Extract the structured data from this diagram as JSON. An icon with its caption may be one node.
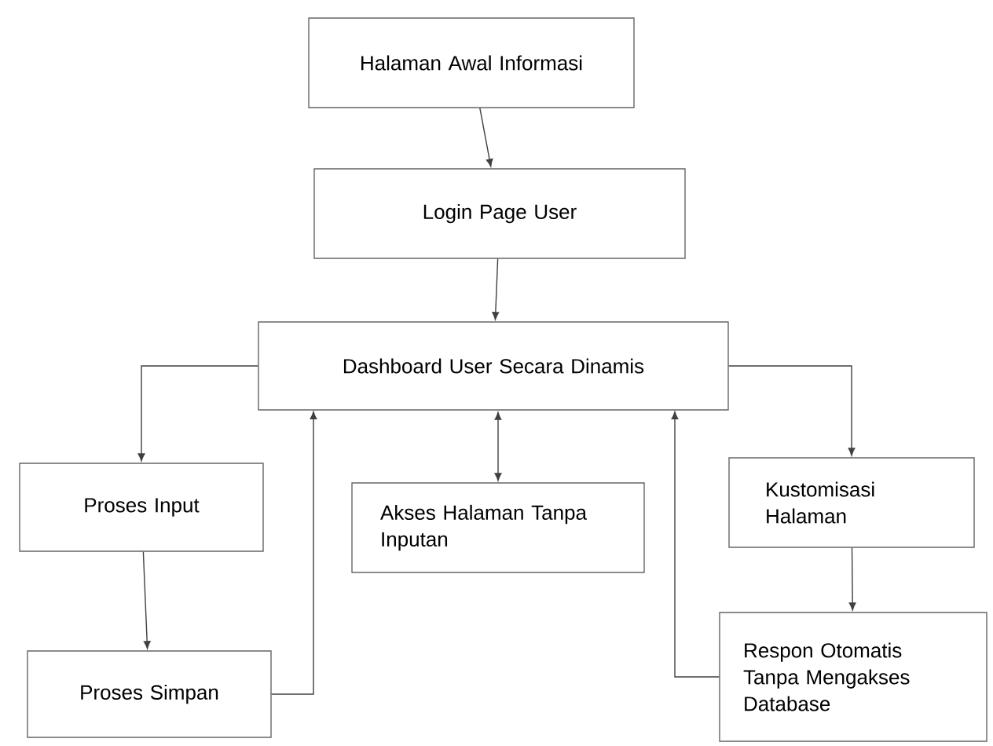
{
  "diagram": {
    "nodes": [
      {
        "text": [
          "Halaman Awal Informasi"
        ]
      },
      {
        "text": [
          "Login Page User"
        ]
      },
      {
        "text": [
          "Dashboard User Secara Dinamis"
        ]
      },
      {
        "text": [
          "Proses Input"
        ]
      },
      {
        "text": [
          "Akses Halaman Tanpa Inputan"
        ]
      },
      {
        "text": [
          "Kustomisasi Halaman"
        ]
      },
      {
        "text": [
          "Proses Simpan"
        ]
      },
      {
        "text": [
          "Respon Otomatis Tanpa Mengakses Database"
        ]
      }
    ],
    "edges": [
      {
        "from": 0,
        "to": 1,
        "arrow": "to"
      },
      {
        "from": 1,
        "to": 2,
        "arrow": "to"
      },
      {
        "from": 2,
        "to": 3,
        "arrow": "to"
      },
      {
        "from": 3,
        "to": 6,
        "arrow": "to"
      },
      {
        "from": 6,
        "to": 2,
        "arrow": "to"
      },
      {
        "from": 2,
        "to": 4,
        "arrow": "both"
      },
      {
        "from": 2,
        "to": 5,
        "arrow": "to"
      },
      {
        "from": 5,
        "to": 7,
        "arrow": "to"
      },
      {
        "from": 7,
        "to": 2,
        "arrow": "to"
      }
    ]
  }
}
